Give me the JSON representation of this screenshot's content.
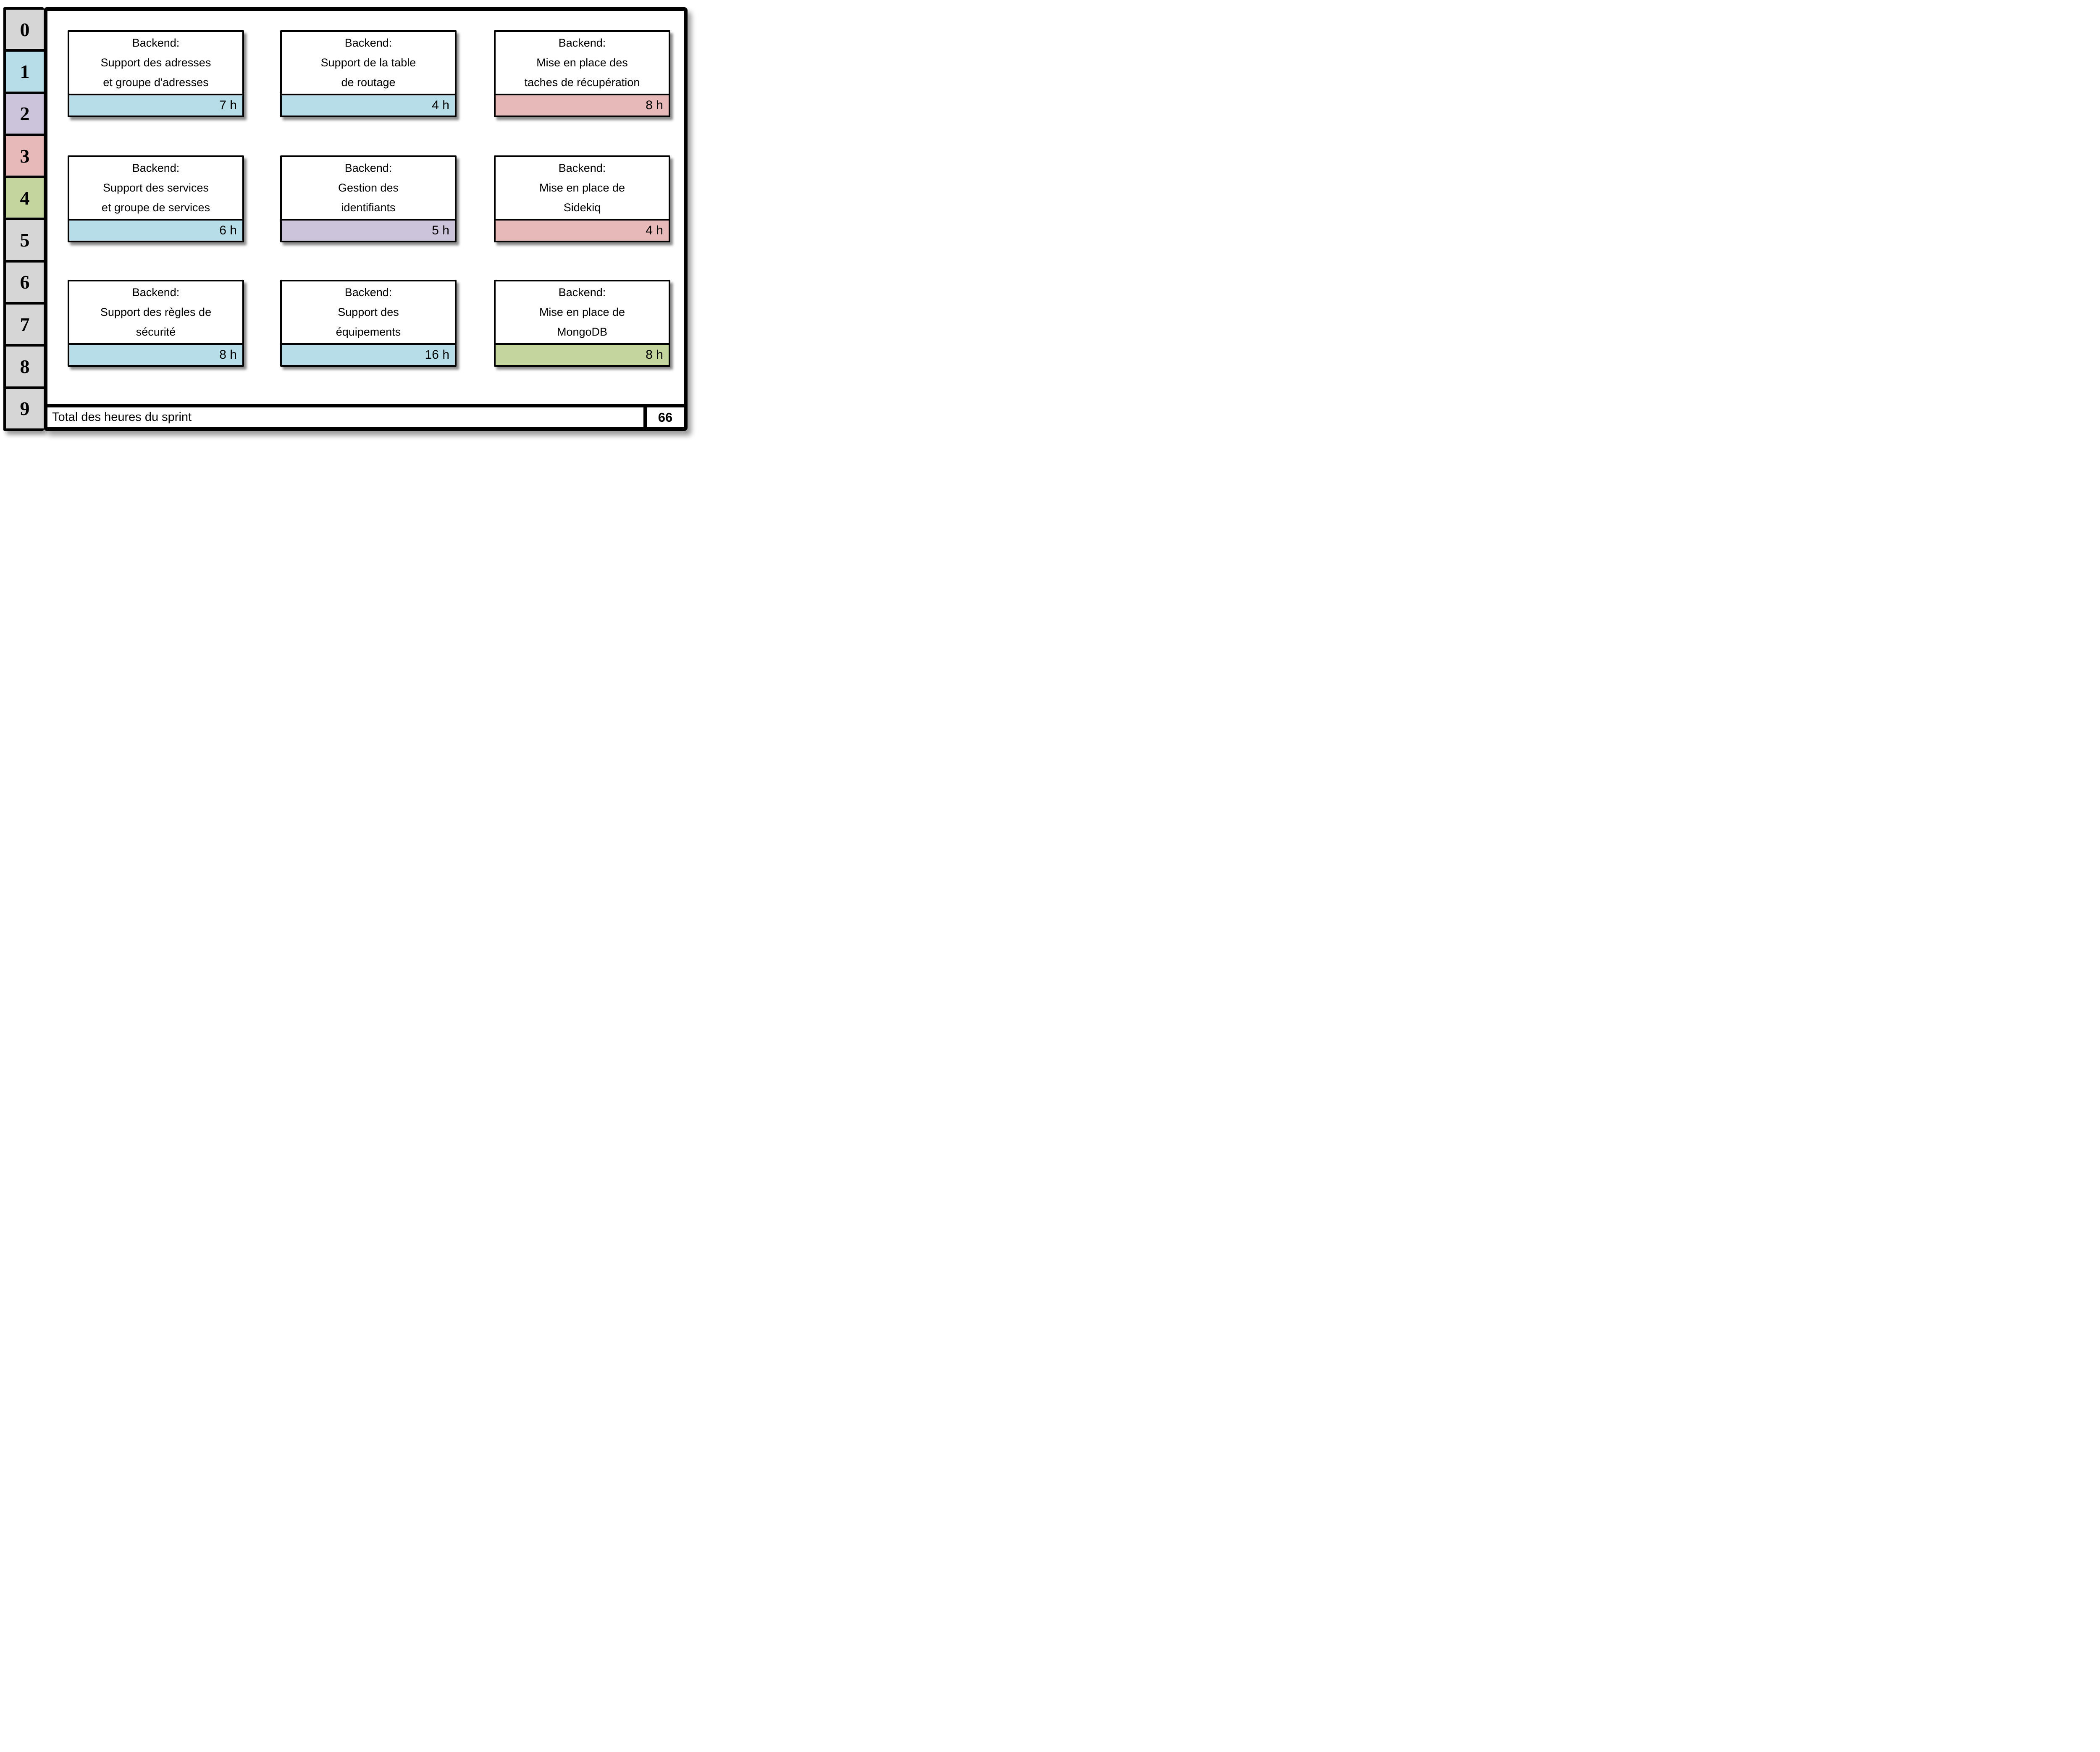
{
  "palette": {
    "blue": "#B7DEE8",
    "purple": "#CCC4DA",
    "red": "#E7B9B8",
    "green": "#C4D69E",
    "gray": "#D6D6D6",
    "border": "#000000"
  },
  "sidebar": {
    "items": [
      {
        "label": "0",
        "color": "#D6D6D6"
      },
      {
        "label": "1",
        "color": "#B7DEE8"
      },
      {
        "label": "2",
        "color": "#CCC4DA"
      },
      {
        "label": "3",
        "color": "#E7B9B8"
      },
      {
        "label": "4",
        "color": "#C4D69E"
      },
      {
        "label": "5",
        "color": "#D6D6D6"
      },
      {
        "label": "6",
        "color": "#D6D6D6"
      },
      {
        "label": "7",
        "color": "#D6D6D6"
      },
      {
        "label": "8",
        "color": "#D6D6D6"
      },
      {
        "label": "9",
        "color": "#D6D6D6"
      }
    ]
  },
  "cards": [
    {
      "lines": [
        "Backend:",
        "Support des adresses",
        "et groupe d'adresses"
      ],
      "hours": "7 h",
      "color": "#B7DEE8"
    },
    {
      "lines": [
        "Backend:",
        "Support de la table",
        "de routage"
      ],
      "hours": "4 h",
      "color": "#B7DEE8"
    },
    {
      "lines": [
        "Backend:",
        "Mise en place des",
        "taches de récupération"
      ],
      "hours": "8 h",
      "color": "#E7B9B8"
    },
    {
      "lines": [
        "Backend:",
        "Support des services",
        "et groupe de services"
      ],
      "hours": "6 h",
      "color": "#B7DEE8"
    },
    {
      "lines": [
        "Backend:",
        "Gestion des",
        "identifiants"
      ],
      "hours": "5 h",
      "color": "#CCC4DA"
    },
    {
      "lines": [
        "Backend:",
        "Mise en place de",
        "Sidekiq"
      ],
      "hours": "4 h",
      "color": "#E7B9B8"
    },
    {
      "lines": [
        "Backend:",
        "Support des règles de",
        "sécurité"
      ],
      "hours": "8 h",
      "color": "#B7DEE8"
    },
    {
      "lines": [
        "Backend:",
        "Support des",
        "équipements"
      ],
      "hours": "16 h",
      "color": "#B7DEE8"
    },
    {
      "lines": [
        "Backend:",
        "Mise en place de",
        "MongoDB"
      ],
      "hours": "8 h",
      "color": "#C4D69E"
    }
  ],
  "footer": {
    "label": "Total des heures du sprint",
    "total": "66"
  }
}
